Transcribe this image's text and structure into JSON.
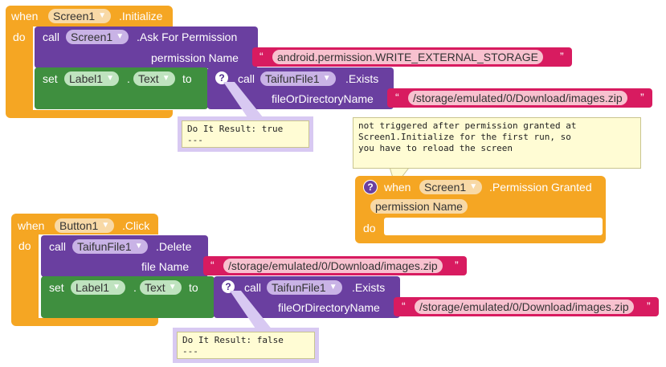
{
  "colors": {
    "event": "#f5a623",
    "method": "#6a3fa0",
    "setter": "#3f8f3f",
    "text": "#d81b60",
    "comment": "#fffcd4"
  },
  "init_event": {
    "when": "when",
    "component": "Screen1",
    "event": ".Initialize",
    "do": "do",
    "ask": {
      "call": "call",
      "component": "Screen1",
      "method": ".Ask For Permission",
      "param_label": "permission Name",
      "param_value": "android.permission.WRITE_EXTERNAL_STORAGE"
    },
    "set": {
      "set": "set",
      "component": "Label1",
      "dot": ".",
      "property": "Text",
      "to": "to",
      "call": "call",
      "call_component": "TaifunFile1",
      "call_method": ".Exists",
      "param_label": "fileOrDirectoryName",
      "param_value": "/storage/emulated/0/Download/images.zip"
    },
    "result": "Do It Result: true\n---"
  },
  "permission_event": {
    "when": "when",
    "component": "Screen1",
    "event": ".Permission Granted",
    "param": "permission Name",
    "do": "do",
    "comment": "not triggered after permission granted at\nScreen1.Initialize for the first run, so\nyou have to reload the screen"
  },
  "button_event": {
    "when": "when",
    "component": "Button1",
    "event": ".Click",
    "do": "do",
    "delete": {
      "call": "call",
      "component": "TaifunFile1",
      "method": ".Delete",
      "param_label": "file Name",
      "param_value": "/storage/emulated/0/Download/images.zip"
    },
    "set": {
      "set": "set",
      "component": "Label1",
      "dot": ".",
      "property": "Text",
      "to": "to",
      "call": "call",
      "call_component": "TaifunFile1",
      "call_method": ".Exists",
      "param_label": "fileOrDirectoryName",
      "param_value": "/storage/emulated/0/Download/images.zip"
    },
    "result": "Do It Result: false\n---"
  }
}
